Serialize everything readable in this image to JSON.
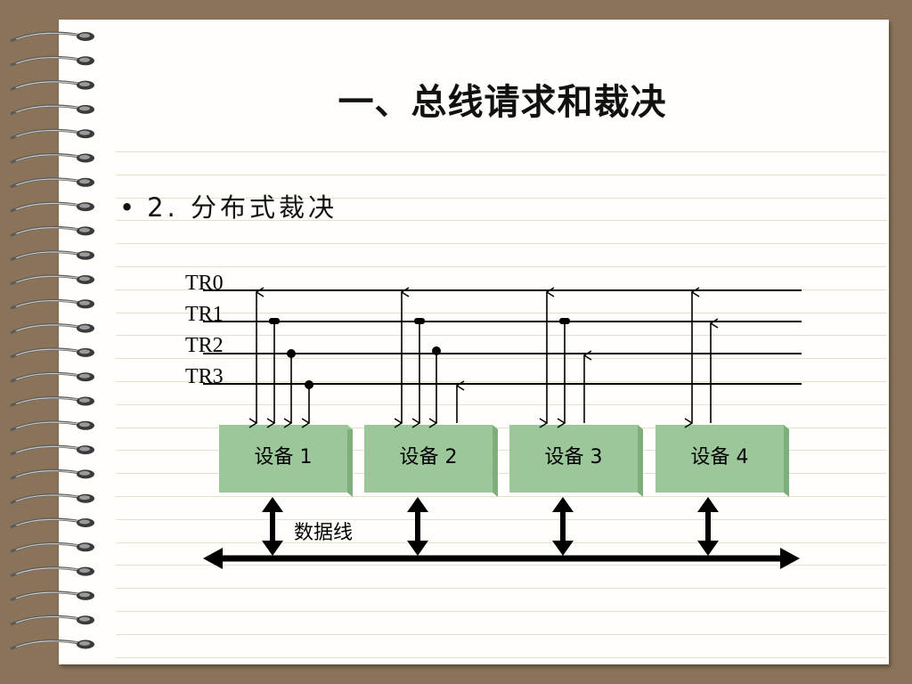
{
  "slide": {
    "title": "一、总线请求和裁决",
    "bullet_marker": "•",
    "bullet_text": "2.  分布式裁决"
  },
  "diagram": {
    "bus_lines": [
      "TR0",
      "TR1",
      "TR2",
      "TR3"
    ],
    "devices": [
      {
        "label": "设备 1"
      },
      {
        "label": "设备 2"
      },
      {
        "label": "设备 3"
      },
      {
        "label": "设备 4"
      }
    ],
    "data_bus_label": "数据线"
  },
  "colors": {
    "frame": "#8a7358",
    "paper": "#fffefa",
    "device_fill": "#9cc79a",
    "rule": "#e3e0cc"
  }
}
